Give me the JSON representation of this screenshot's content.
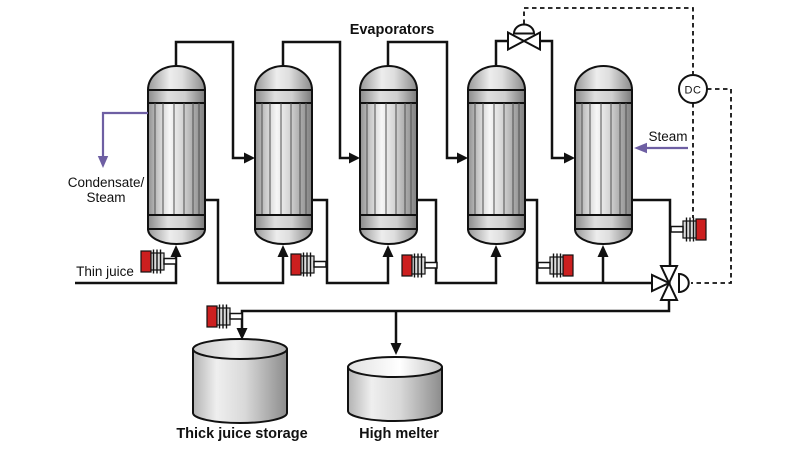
{
  "title": "Evaporators",
  "colors": {
    "pipe": "#111111",
    "purple": "#6e5fa3",
    "sensor_red": "#cc1f1f",
    "background": "#ffffff"
  },
  "labels": {
    "evaporators": "Evaporators",
    "condensate_line1": "Condensate/",
    "condensate_line2": "Steam",
    "thin_juice": "Thin juice",
    "steam": "Steam",
    "controller": "DC",
    "thick_juice_storage": "Thick juice storage",
    "high_melter": "High melter"
  },
  "equipment": {
    "evaporator_count": 5,
    "sensor_count": 6,
    "valves": [
      "steam-control-valve",
      "three-way-valve"
    ],
    "controller_tag": "DC",
    "tanks": [
      "Thick juice storage",
      "High melter"
    ]
  }
}
